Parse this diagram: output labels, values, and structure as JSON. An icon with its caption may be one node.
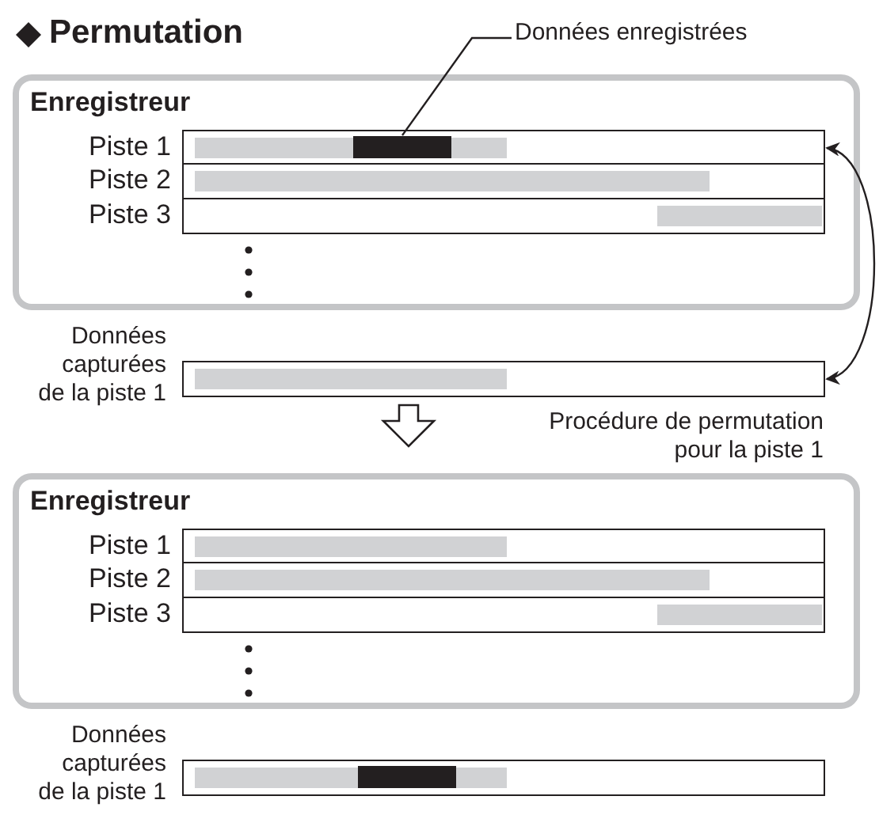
{
  "diagram": {
    "title": "Permutation",
    "nodes": [
      {
        "text": [
          "Enregistreur"
        ]
      },
      {
        "text": [
          "Piste 1"
        ],
        "in": 0
      },
      {
        "text": [
          "Piste 2"
        ],
        "in": 0
      },
      {
        "text": [
          "Piste 3"
        ],
        "in": 0
      },
      {
        "text": [],
        "shape": "bar",
        "in": 1
      },
      {
        "text": [
          "Données enregistrées"
        ]
      },
      {
        "text": [
          "Données capturées de la piste 1"
        ]
      },
      {
        "text": [
          "Enregistreur"
        ]
      },
      {
        "text": [
          "Piste 1"
        ],
        "in": 7
      },
      {
        "text": [
          "Piste 2"
        ],
        "in": 7
      },
      {
        "text": [
          "Piste 3"
        ],
        "in": 7
      },
      {
        "text": [
          "Données capturées de la piste 1"
        ]
      },
      {
        "text": [],
        "shape": "bar",
        "in": 11
      }
    ],
    "edges": [
      {
        "from": 5,
        "to": 4,
        "arrow": "none"
      },
      {
        "from": 1,
        "to": 6,
        "arrow": "both"
      },
      {
        "from": 6,
        "to": 7,
        "arrow": "to",
        "style": "thick"
      }
    ],
    "labels": [
      "Procédure de permutation pour la piste 1"
    ]
  }
}
